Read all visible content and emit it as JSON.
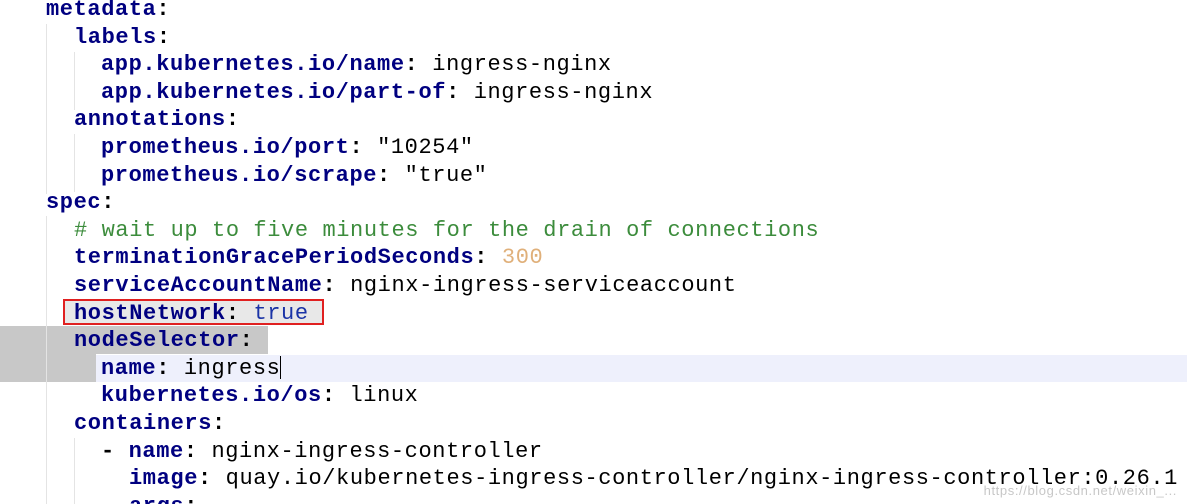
{
  "lines": {
    "l0": {
      "key": "metadata",
      "colon": ":"
    },
    "l1": {
      "key": "labels",
      "colon": ":"
    },
    "l2": {
      "key": "app.kubernetes.io/name",
      "colon": ":",
      "value": "ingress-nginx"
    },
    "l3": {
      "key": "app.kubernetes.io/part-of",
      "colon": ":",
      "value": "ingress-nginx"
    },
    "l4": {
      "key": "annotations",
      "colon": ":"
    },
    "l5": {
      "key": "prometheus.io/port",
      "colon": ":",
      "value": "\"10254\""
    },
    "l6": {
      "key": "prometheus.io/scrape",
      "colon": ":",
      "value": "\"true\""
    },
    "l7": {
      "key": "spec",
      "colon": ":"
    },
    "l8": {
      "comment": "# wait up to five minutes for the drain of connections"
    },
    "l9": {
      "key": "terminationGracePeriodSeconds",
      "colon": ":",
      "value": "300"
    },
    "l10": {
      "key": "serviceAccountName",
      "colon": ":",
      "value": "nginx-ingress-serviceaccount"
    },
    "l11": {
      "key": "hostNetwork",
      "colon": ":",
      "value": "true"
    },
    "l12": {
      "key": "nodeSelector",
      "colon": ":"
    },
    "l13": {
      "key": "name",
      "colon": ":",
      "value": "ingress"
    },
    "l14": {
      "key": "kubernetes.io/os",
      "colon": ":",
      "value": "linux"
    },
    "l15": {
      "key": "containers",
      "colon": ":"
    },
    "l16": {
      "dash": "- ",
      "key": "name",
      "colon": ":",
      "value": "nginx-ingress-controller"
    },
    "l17": {
      "key": "image",
      "colon": ":",
      "value": "quay.io/kubernetes-ingress-controller/nginx-ingress-controller:0.26.1"
    },
    "l18": {
      "key": "args",
      "colon": ":"
    }
  },
  "watermark": "https://blog.csdn.net/weixin_..."
}
